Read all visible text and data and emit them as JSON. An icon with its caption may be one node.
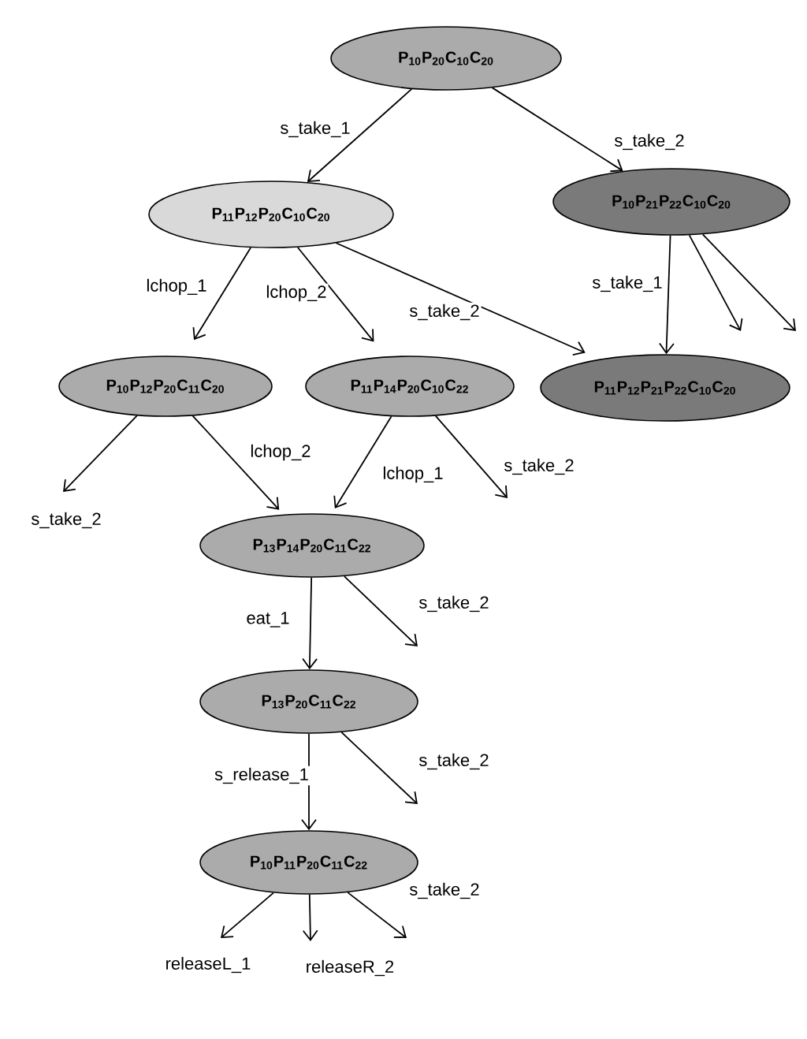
{
  "diagram": {
    "nodes": [
      {
        "text": [
          "P$_{10}$P$_{20}$C$_{10}$C$_{20}$"
        ]
      },
      {
        "text": [
          "P$_{11}$P$_{12}$P$_{20}$C$_{10}$C$_{20}$"
        ]
      },
      {
        "text": [
          "P$_{10}$P$_{21}$P$_{22}$C$_{10}$C$_{20}$"
        ]
      },
      {
        "text": [
          "P$_{10}$P$_{12}$P$_{20}$C$_{11}$C$_{20}$"
        ]
      },
      {
        "text": [
          "P$_{11}$P$_{14}$P$_{20}$C$_{10}$C$_{22}$"
        ]
      },
      {
        "text": [
          "P$_{11}$P$_{12}$P$_{21}$P$_{22}$C$_{10}$C$_{20}$"
        ]
      },
      {
        "text": [
          "P$_{13}$P$_{14}$P$_{20}$C$_{11}$C$_{22}$"
        ]
      },
      {
        "text": [
          "P$_{13}$P$_{20}$C$_{11}$C$_{22}$"
        ]
      },
      {
        "text": [
          "P$_{10}$P$_{11}$P$_{20}$C$_{11}$C$_{22}$"
        ]
      }
    ],
    "edges": [
      {
        "from": 0,
        "to": 1,
        "arrow": "to",
        "label": "s_take_1"
      },
      {
        "from": 0,
        "to": 2,
        "arrow": "to",
        "label": "s_take_2"
      },
      {
        "from": 1,
        "to": 3,
        "arrow": "to",
        "label": "lchop_1"
      },
      {
        "from": 1,
        "to": 4,
        "arrow": "to",
        "label": "lchop_2"
      },
      {
        "from": 1,
        "to": 5,
        "arrow": "to",
        "label": "s_take_2"
      },
      {
        "from": 2,
        "to": 5,
        "arrow": "to",
        "label": "s_take_1"
      },
      {
        "from": 2,
        "to": null,
        "arrow": "to"
      },
      {
        "from": 2,
        "to": null,
        "arrow": "to"
      },
      {
        "from": 3,
        "to": null,
        "arrow": "to",
        "label": "s_take_2"
      },
      {
        "from": 3,
        "to": 6,
        "arrow": "to",
        "label": "lchop_2"
      },
      {
        "from": 4,
        "to": 6,
        "arrow": "to",
        "label": "lchop_1"
      },
      {
        "from": 4,
        "to": null,
        "arrow": "to",
        "label": "s_take_2"
      },
      {
        "from": 6,
        "to": 7,
        "arrow": "to",
        "label": "eat_1"
      },
      {
        "from": 6,
        "to": null,
        "arrow": "to",
        "label": "s_take_2"
      },
      {
        "from": 7,
        "to": 8,
        "arrow": "to",
        "label": "s_release_1"
      },
      {
        "from": 7,
        "to": null,
        "arrow": "to",
        "label": "s_take_2"
      },
      {
        "from": 8,
        "to": null,
        "arrow": "to",
        "label": "releaseL_1"
      },
      {
        "from": 8,
        "to": null,
        "arrow": "to",
        "label": "releaseR_2"
      },
      {
        "from": 8,
        "to": null,
        "arrow": "to",
        "label": "s_take_2"
      }
    ]
  }
}
